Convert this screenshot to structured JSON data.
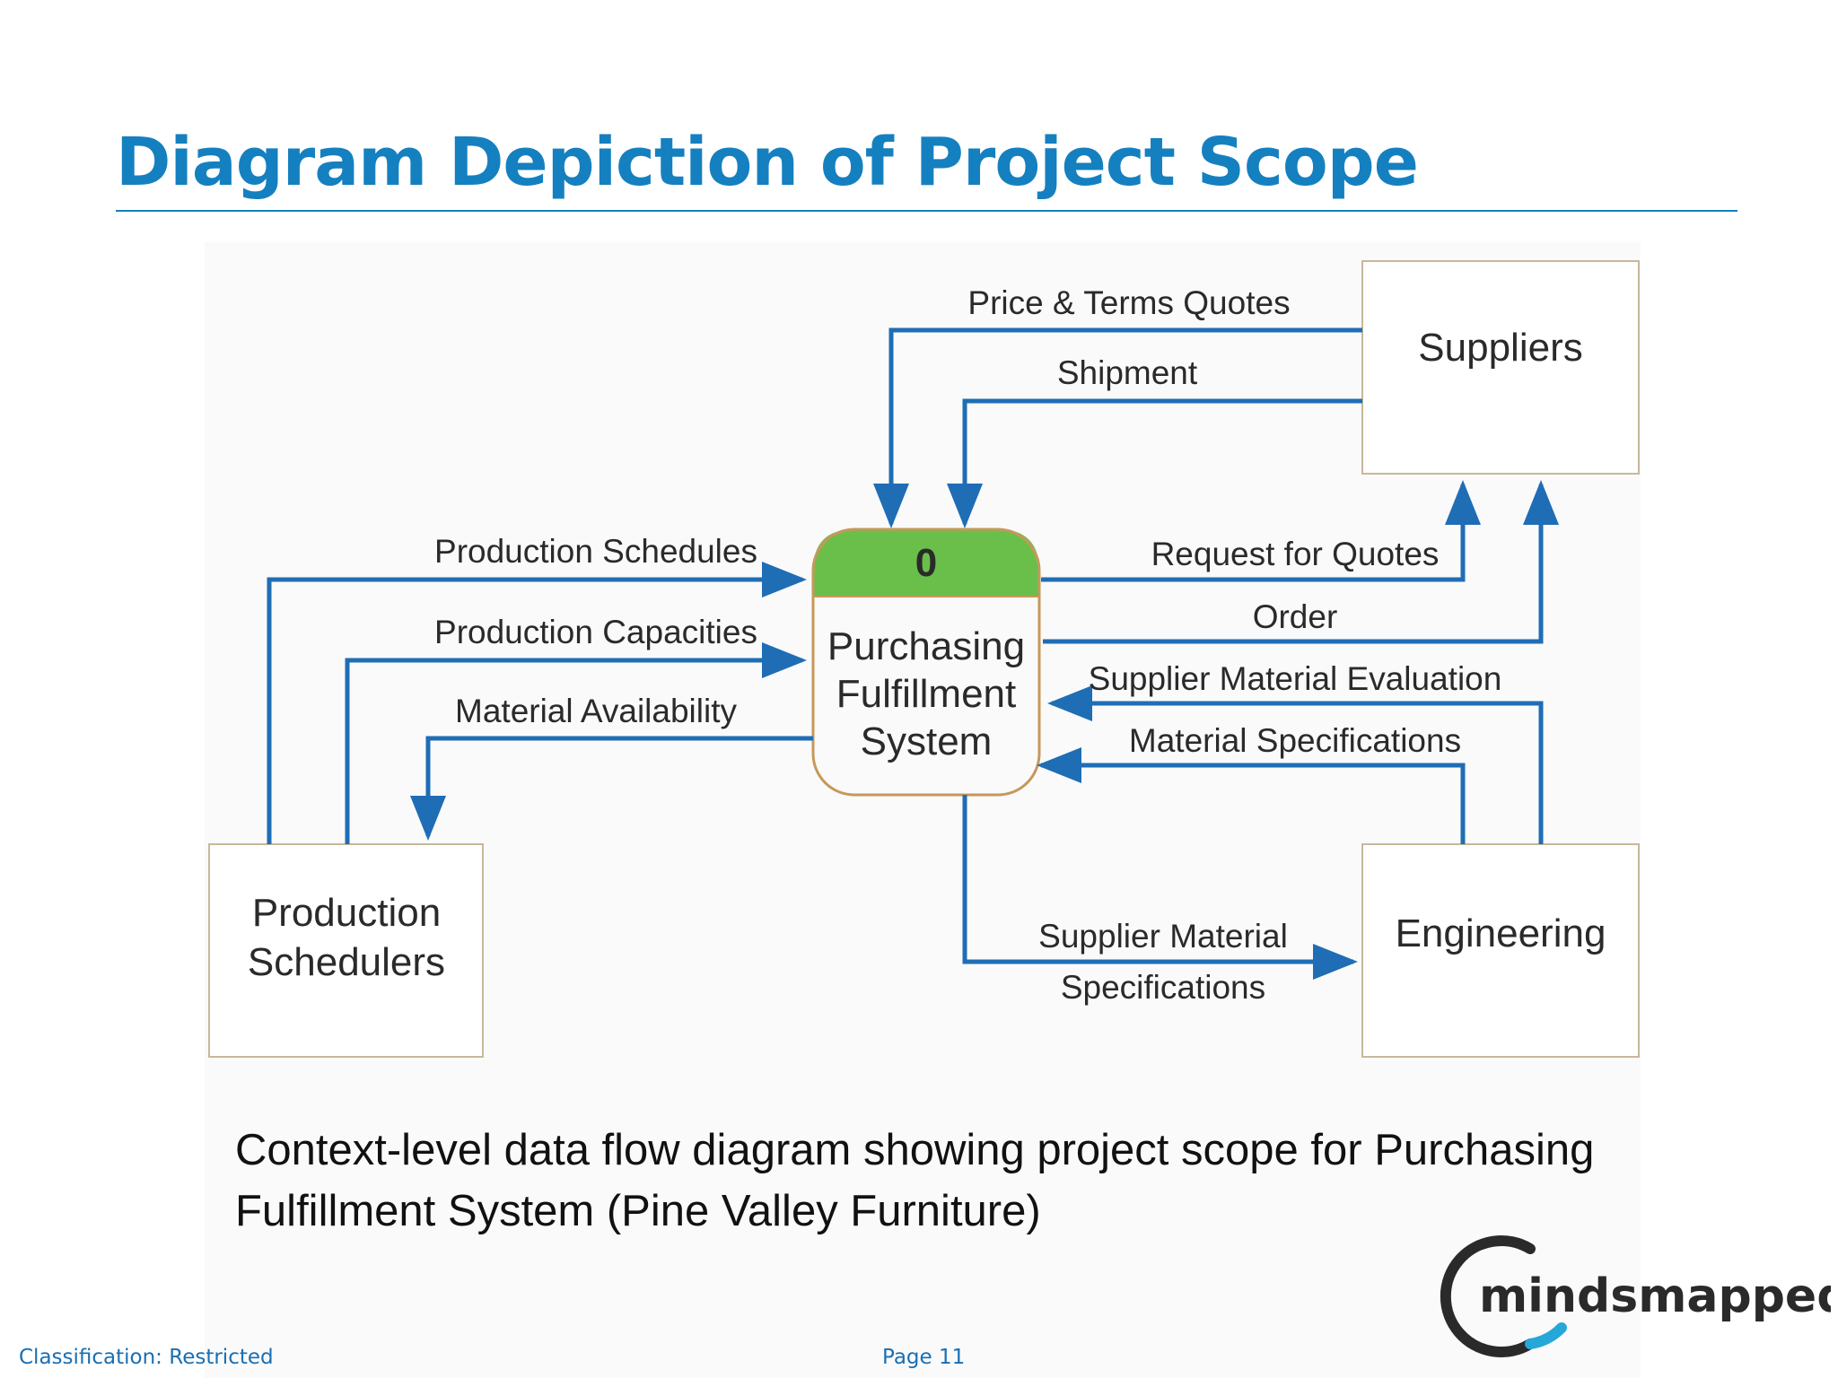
{
  "slide": {
    "title": "Diagram Depiction of Project Scope",
    "caption": "Context-level data flow diagram showing project scope for Purchasing Fulfillment System (Pine Valley Furniture)",
    "footer": {
      "classification": "Classification: Restricted",
      "page": "Page 11"
    },
    "logo_text": "mindsmapped"
  },
  "diagram": {
    "process": {
      "number": "0",
      "name_lines": [
        "Purchasing",
        "Fulfillment",
        "System"
      ]
    },
    "entities": {
      "suppliers": "Suppliers",
      "engineering": "Engineering",
      "production_schedulers": [
        "Production",
        "Schedulers"
      ]
    },
    "flows": {
      "price_terms_quotes": "Price & Terms Quotes",
      "shipment": "Shipment",
      "request_for_quotes": "Request for Quotes",
      "order": "Order",
      "supplier_material_evaluation": "Supplier Material Evaluation",
      "material_specifications": "Material Specifications",
      "supplier_material_specifications": [
        "Supplier Material",
        "Specifications"
      ],
      "production_schedules": "Production Schedules",
      "production_capacities": "Production Capacities",
      "material_availability": "Material Availability"
    },
    "colors": {
      "arrow": "#1f6db5",
      "process_header": "#6abf4b",
      "process_border": "#c7985a",
      "entity_border": "#c8b89a",
      "title": "#1580c0"
    }
  }
}
